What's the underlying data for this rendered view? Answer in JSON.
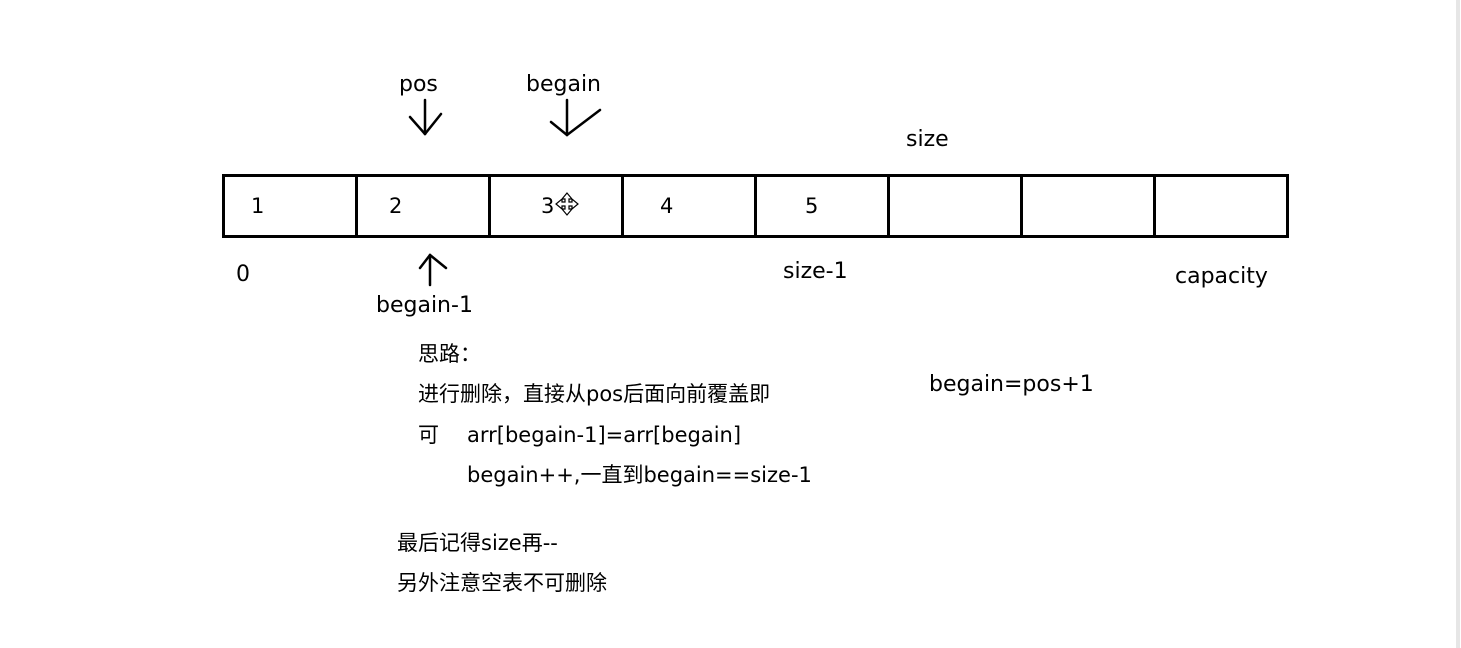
{
  "labels": {
    "pos": "pos",
    "begain": "begain",
    "size": "size",
    "zero": "0",
    "begain_minus_1": "begain-1",
    "size_minus_1": "size-1",
    "capacity": "capacity"
  },
  "array_cells": [
    "1",
    "2",
    "3",
    "4",
    "5",
    "",
    "",
    ""
  ],
  "notes": {
    "title": "思路：",
    "line1": "进行删除，直接从pos后面向前覆盖即",
    "line2_prefix": "可",
    "line2_code": "arr[begain-1]=arr[begain]",
    "line3": "begain++,一直到begain==size-1",
    "line4": "最后记得size再--",
    "line5": "另外注意空表不可删除"
  },
  "formula": "begain=pos+1"
}
